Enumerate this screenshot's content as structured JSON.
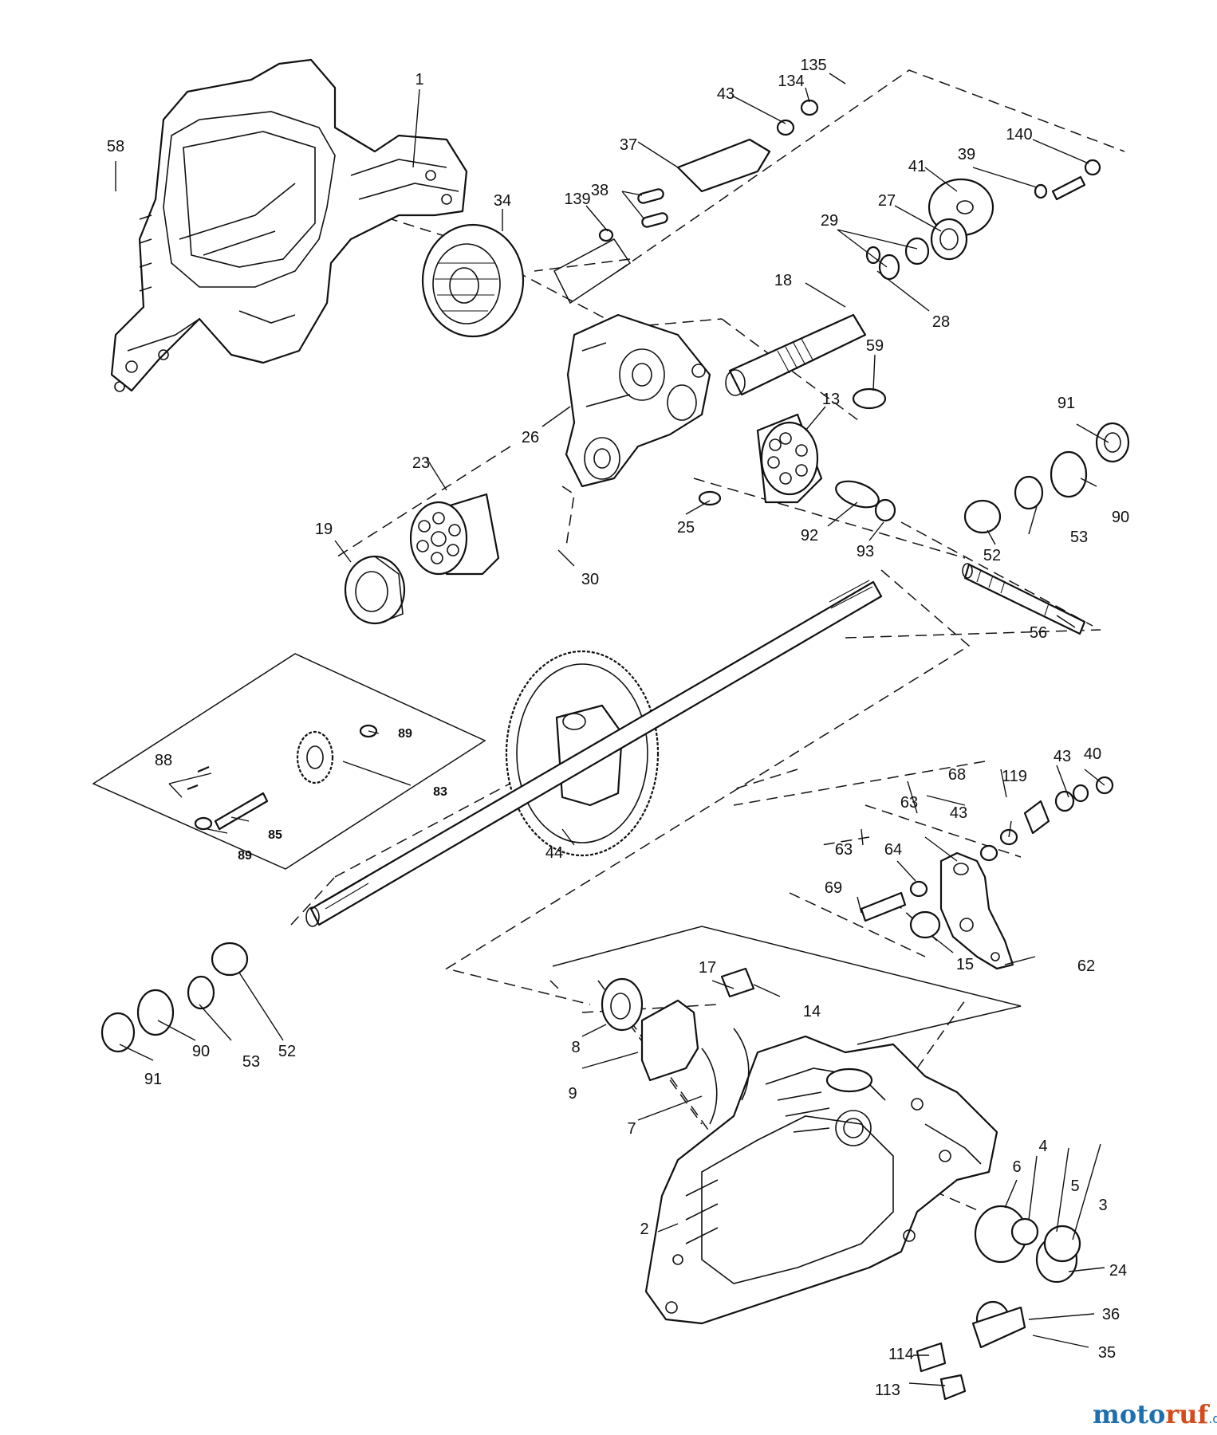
{
  "diagram": {
    "labels": {
      "p1": "1",
      "p2": "2",
      "p3": "3",
      "p4": "4",
      "p5": "5",
      "p6": "6",
      "p7": "7",
      "p8": "8",
      "p9": "9",
      "p13": "13",
      "p14": "14",
      "p15": "15",
      "p17": "17",
      "p18": "18",
      "p19": "19",
      "p23": "23",
      "p24": "24",
      "p25": "25",
      "p26": "26",
      "p27": "27",
      "p28": "28",
      "p29": "29",
      "p30": "30",
      "p34": "34",
      "p35": "35",
      "p36": "36",
      "p37": "37",
      "p38": "38",
      "p39": "39",
      "p40": "40",
      "p41": "41",
      "p43a": "43",
      "p43b": "43",
      "p43c": "43",
      "p44": "44",
      "p52a": "52",
      "p52b": "52",
      "p53a": "53",
      "p53b": "53",
      "p56": "56",
      "p58": "58",
      "p59": "59",
      "p62": "62",
      "p63a": "63",
      "p63b": "63",
      "p64": "64",
      "p68": "68",
      "p69": "69",
      "p83": "83",
      "p85": "85",
      "p88": "88",
      "p89a": "89",
      "p89b": "89",
      "p90a": "90",
      "p90b": "90",
      "p91a": "91",
      "p91b": "91",
      "p92": "92",
      "p93": "93",
      "p113": "113",
      "p114": "114",
      "p119": "119",
      "p134": "134",
      "p135": "135",
      "p139": "139",
      "p140": "140"
    },
    "watermark": {
      "part1": "moto",
      "part2": "ruf",
      "suffix": ".de"
    }
  }
}
